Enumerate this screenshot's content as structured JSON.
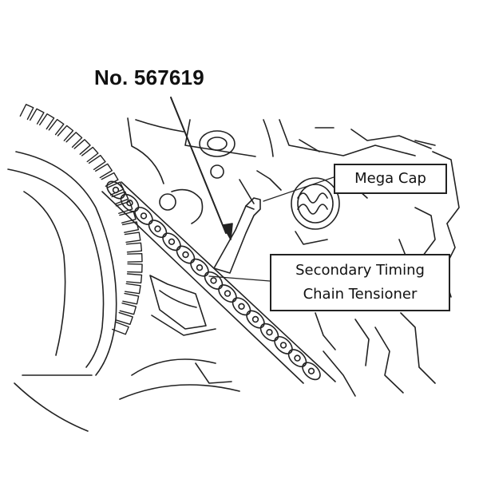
{
  "labels": {
    "tool_number": "No. 567619",
    "mega_cap": "Mega Cap",
    "secondary_line1": "Secondary Timing",
    "secondary_line2": "Chain Tensioner"
  }
}
